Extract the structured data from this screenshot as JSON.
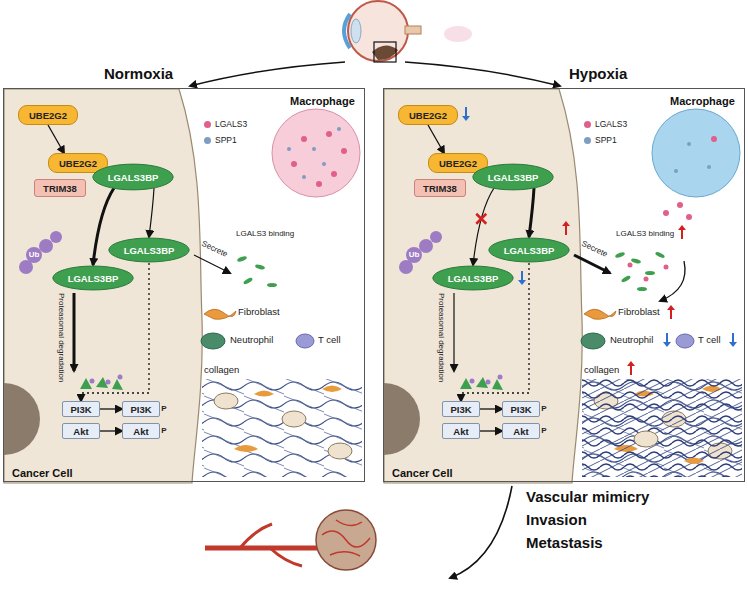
{
  "diagram": {
    "nodes": [
      {
        "text": [
          "Normoxia"
        ]
      },
      {
        "text": [
          "Cancer Cell"
        ],
        "in": 0
      },
      {
        "text": [
          "UBE2G2"
        ],
        "in": 1
      },
      {
        "text": [
          "UBE2G2"
        ],
        "in": 1
      },
      {
        "text": [
          "LGALS3BP"
        ],
        "in": 1
      },
      {
        "text": [
          "TRIM38"
        ],
        "in": 1
      },
      {
        "text": [
          "LGALS3BP"
        ],
        "in": 1
      },
      {
        "text": [
          "LGALS3BP"
        ],
        "in": 1
      },
      {
        "text": [
          "PI3K"
        ],
        "in": 1
      },
      {
        "text": [
          "PI3K"
        ],
        "in": 1
      },
      {
        "text": [
          "Akt"
        ],
        "in": 1
      },
      {
        "text": [
          "Akt"
        ],
        "in": 1
      },
      {
        "text": [
          "Macrophage"
        ],
        "in": 0
      },
      {
        "text": [
          "Hypoxia"
        ]
      },
      {
        "text": [
          "Cancer Cell"
        ],
        "in": 13
      },
      {
        "text": [
          "UBE2G2"
        ],
        "in": 14
      },
      {
        "text": [
          "UBE2G2"
        ],
        "in": 14
      },
      {
        "text": [
          "LGALS3BP"
        ],
        "in": 14
      },
      {
        "text": [
          "TRIM38"
        ],
        "in": 14
      },
      {
        "text": [
          "LGALS3BP"
        ],
        "in": 14
      },
      {
        "text": [
          "LGALS3BP"
        ],
        "in": 14
      },
      {
        "text": [
          "PI3K"
        ],
        "in": 14
      },
      {
        "text": [
          "PI3K"
        ],
        "in": 14
      },
      {
        "text": [
          "Akt"
        ],
        "in": 14
      },
      {
        "text": [
          "Akt"
        ],
        "in": 14
      },
      {
        "text": [
          "Macrophage"
        ],
        "in": 13
      }
    ],
    "edges": [
      {
        "from": 2,
        "to": 3,
        "arrow": "to"
      },
      {
        "from": 4,
        "to": 6,
        "arrow": "to"
      },
      {
        "from": 4,
        "to": 7,
        "arrow": "to"
      },
      {
        "from": 8,
        "to": 9,
        "arrow": "to"
      },
      {
        "from": 10,
        "to": 11,
        "arrow": "to"
      },
      {
        "from": 7,
        "to": 8,
        "arrow": "to"
      },
      {
        "from": 15,
        "to": 16,
        "arrow": "to"
      },
      {
        "from": 17,
        "to": 19,
        "arrow": "to"
      },
      {
        "from": 17,
        "to": 20,
        "arrow": "to"
      },
      {
        "from": 21,
        "to": 22,
        "arrow": "to"
      },
      {
        "from": 23,
        "to": 24,
        "arrow": "to"
      },
      {
        "from": 20,
        "to": 21,
        "arrow": "to"
      }
    ],
    "labels": [
      "Ub",
      "Proteasomal degradation",
      "Secrete",
      "P",
      "P",
      "LGALS3 binding",
      "Fibroblast",
      "Neutrophil",
      "T cell",
      "collagen",
      "Ub",
      "Proteasomal degradation",
      "Secrete",
      "P",
      "P",
      "LGALS3 binding",
      "Fibroblast",
      "Neutrophil",
      "T cell",
      "collagen",
      "Vascular mimicry",
      "Invasion",
      "Metastasis"
    ],
    "legend": [
      {
        "text": "LGALS3",
        "color": "#e0608a"
      },
      {
        "text": "SPP1",
        "color": "#7f9cc2"
      },
      {
        "text": "LGALS3",
        "color": "#e0608a"
      },
      {
        "text": "SPP1",
        "color": "#7f9cc2"
      }
    ]
  }
}
